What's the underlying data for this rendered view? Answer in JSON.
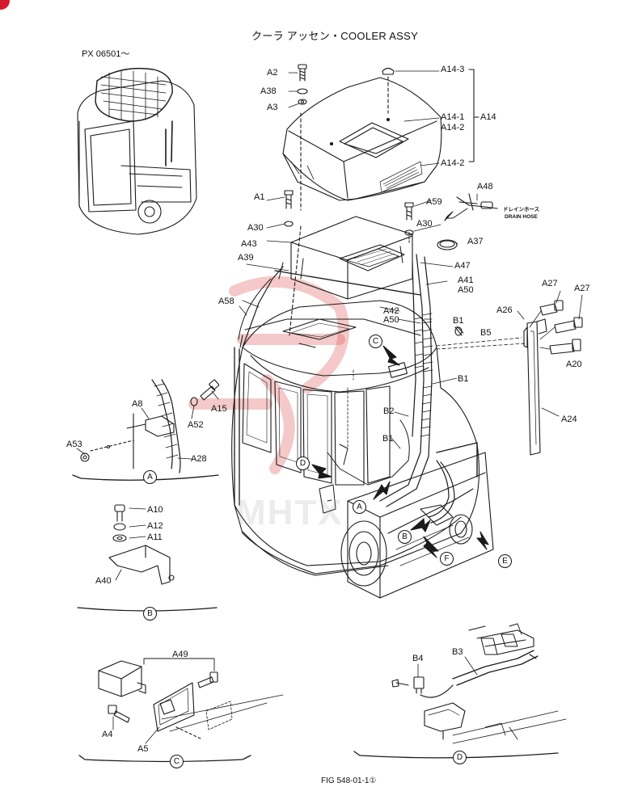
{
  "title": "クーラ アッセン・COOLER ASSY",
  "serial": "PX 06501～",
  "figure": "FIG  548-01-1①",
  "watermark": "MHTX",
  "drain_note": {
    "jp": "ドレインホース",
    "en": "DRAIN HOSE"
  },
  "views": {
    "A": "A",
    "B": "B",
    "C": "C",
    "D": "D",
    "E": "E",
    "F": "F"
  },
  "labels": {
    "A2": "A2",
    "A38": "A38",
    "A3": "A3",
    "A14_3": "A14-3",
    "A14_1": "A14-1",
    "A14_2a": "A14-2",
    "A14": "A14",
    "A14_2b": "A14-2",
    "A1": "A1",
    "A30a": "A30",
    "A30b": "A30",
    "A59": "A59",
    "A48": "A48",
    "A37": "A37",
    "A43": "A43",
    "A39": "A39",
    "A47": "A47",
    "A41": "A41",
    "A50a": "A50",
    "A50b": "A50",
    "A42": "A42",
    "A58": "A58",
    "B1a": "B1",
    "B1b": "B1",
    "B1c": "B1",
    "B5": "B5",
    "A26": "A26",
    "A27a": "A27",
    "A27b": "A27",
    "A20": "A20",
    "A24": "A24",
    "B2": "B2",
    "A8": "A8",
    "A15": "A15",
    "A52": "A52",
    "A53": "A53",
    "A28": "A28",
    "A10": "A10",
    "A12": "A12",
    "A11": "A11",
    "A40": "A40",
    "A49": "A49",
    "A4": "A4",
    "A5": "A5",
    "B4": "B4",
    "B3": "B3"
  }
}
